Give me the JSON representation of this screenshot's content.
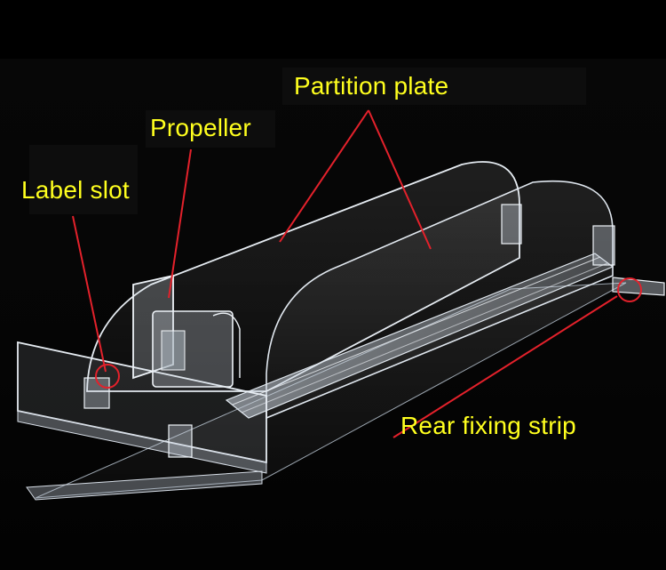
{
  "image": {
    "subject": "acrylic-shelf-pusher",
    "colors": {
      "background": "#000000",
      "callout_text": "#ffff1e",
      "callout_line": "#e3212b",
      "acrylic_edge": "#d6dde6",
      "acrylic_fill": "#c9d2dc"
    }
  },
  "callouts": {
    "partition_plate": "Partition plate",
    "propeller": "Propeller",
    "label_slot": "Label slot",
    "rear_fixing_strip": "Rear fixing strip"
  }
}
